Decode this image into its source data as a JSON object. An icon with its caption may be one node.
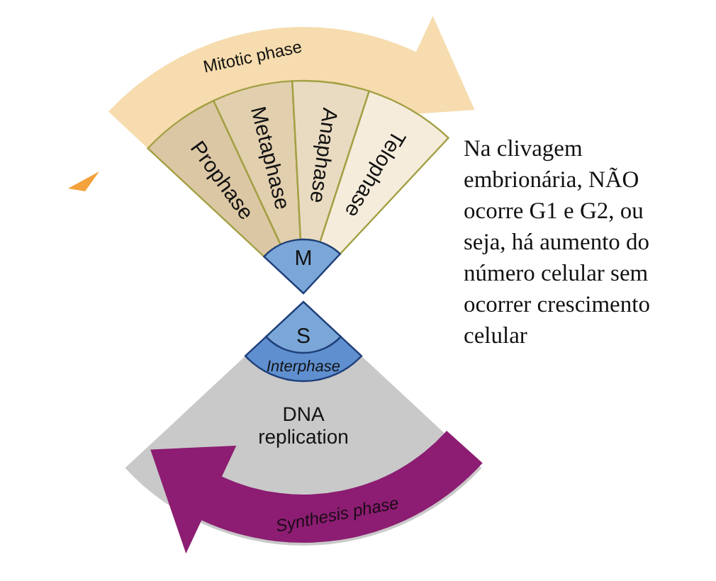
{
  "diagram": {
    "nodes": [
      {
        "text": [
          "Mitotic phase"
        ]
      },
      {
        "text": [
          "Prophase"
        ]
      },
      {
        "text": [
          "Metaphase"
        ]
      },
      {
        "text": [
          "Anaphase"
        ]
      },
      {
        "text": [
          "Telophase"
        ]
      },
      {
        "text": [
          "M"
        ]
      },
      {
        "text": [
          "S"
        ]
      },
      {
        "text": [
          "Interphase"
        ]
      },
      {
        "text": [
          "DNA replication"
        ]
      },
      {
        "text": [
          "Synthesis phase"
        ]
      }
    ],
    "labels": [
      "Na clivagem embrionária, NÃO ocorre G1 e G2, ou seja, há aumento do número celular sem ocorrer crescimento celular"
    ]
  }
}
